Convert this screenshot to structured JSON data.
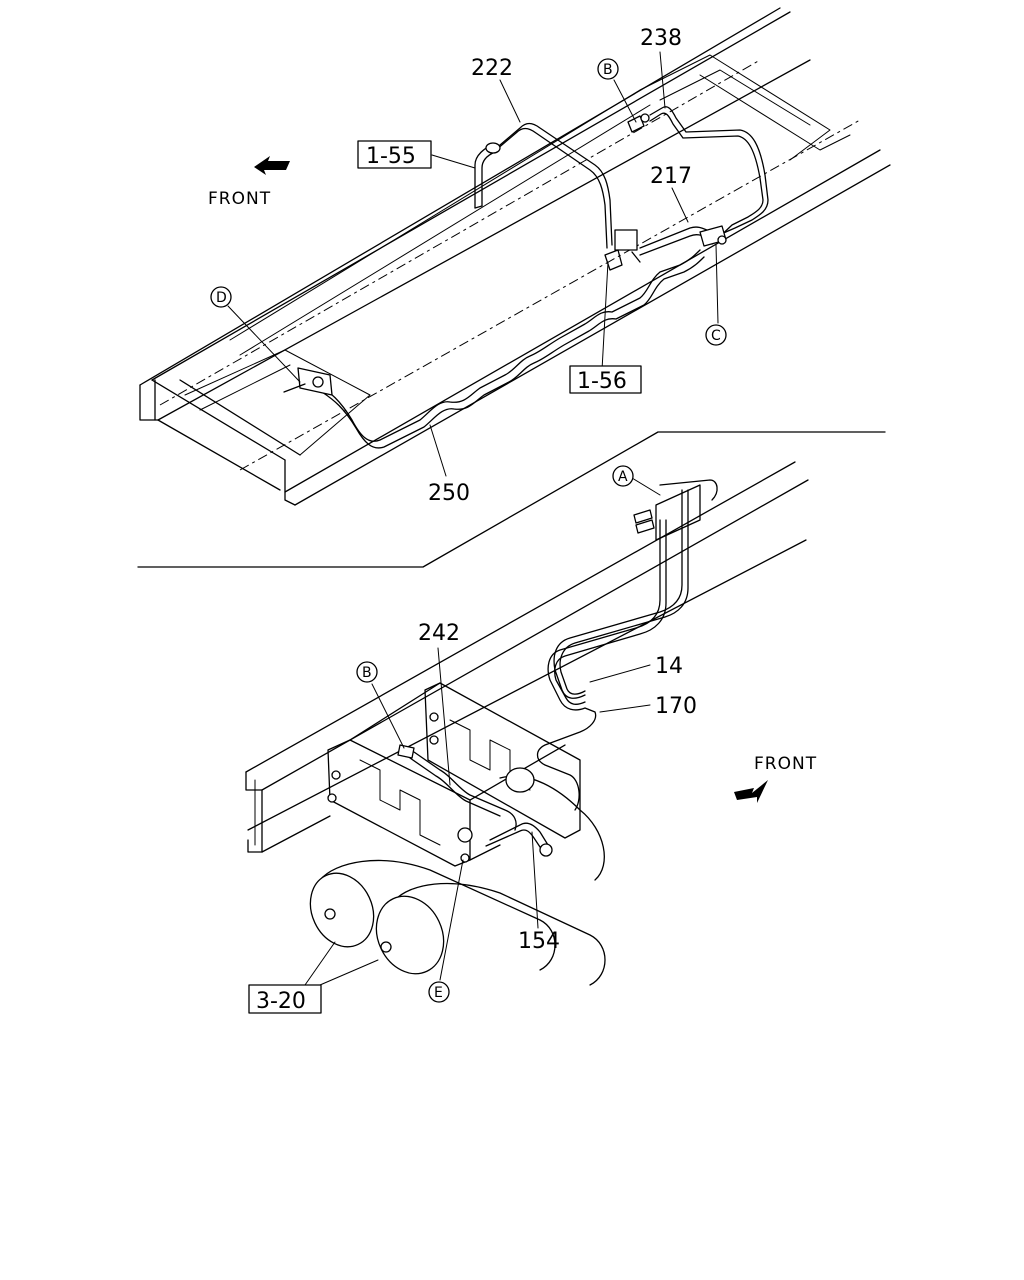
{
  "upper_view": {
    "direction_label": "FRONT",
    "callouts": {
      "c238": "238",
      "c222": "222",
      "c217": "217",
      "c250": "250"
    },
    "refs": {
      "r155": "1-55",
      "r156": "1-56"
    },
    "markers": {
      "b": "B",
      "c": "C",
      "d": "D"
    }
  },
  "lower_view": {
    "direction_label": "FRONT",
    "callouts": {
      "c242": "242",
      "c14": "14",
      "c170": "170",
      "c154": "154"
    },
    "refs": {
      "r320": "3-20"
    },
    "markers": {
      "a": "A",
      "b": "B",
      "e": "E"
    }
  }
}
